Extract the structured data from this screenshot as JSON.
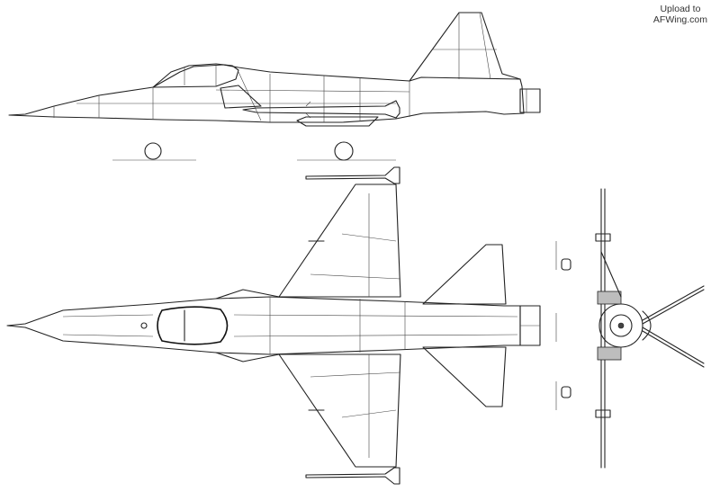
{
  "watermark": {
    "line1": "Upload to",
    "line2": "AFWing.com"
  },
  "drawing": {
    "subject": "F-5 type fighter aircraft three-view",
    "views": [
      "side-view",
      "top-view",
      "front-view"
    ]
  },
  "colors": {
    "line": "#222222",
    "background": "#ffffff",
    "shade": "#bdbdbd"
  }
}
